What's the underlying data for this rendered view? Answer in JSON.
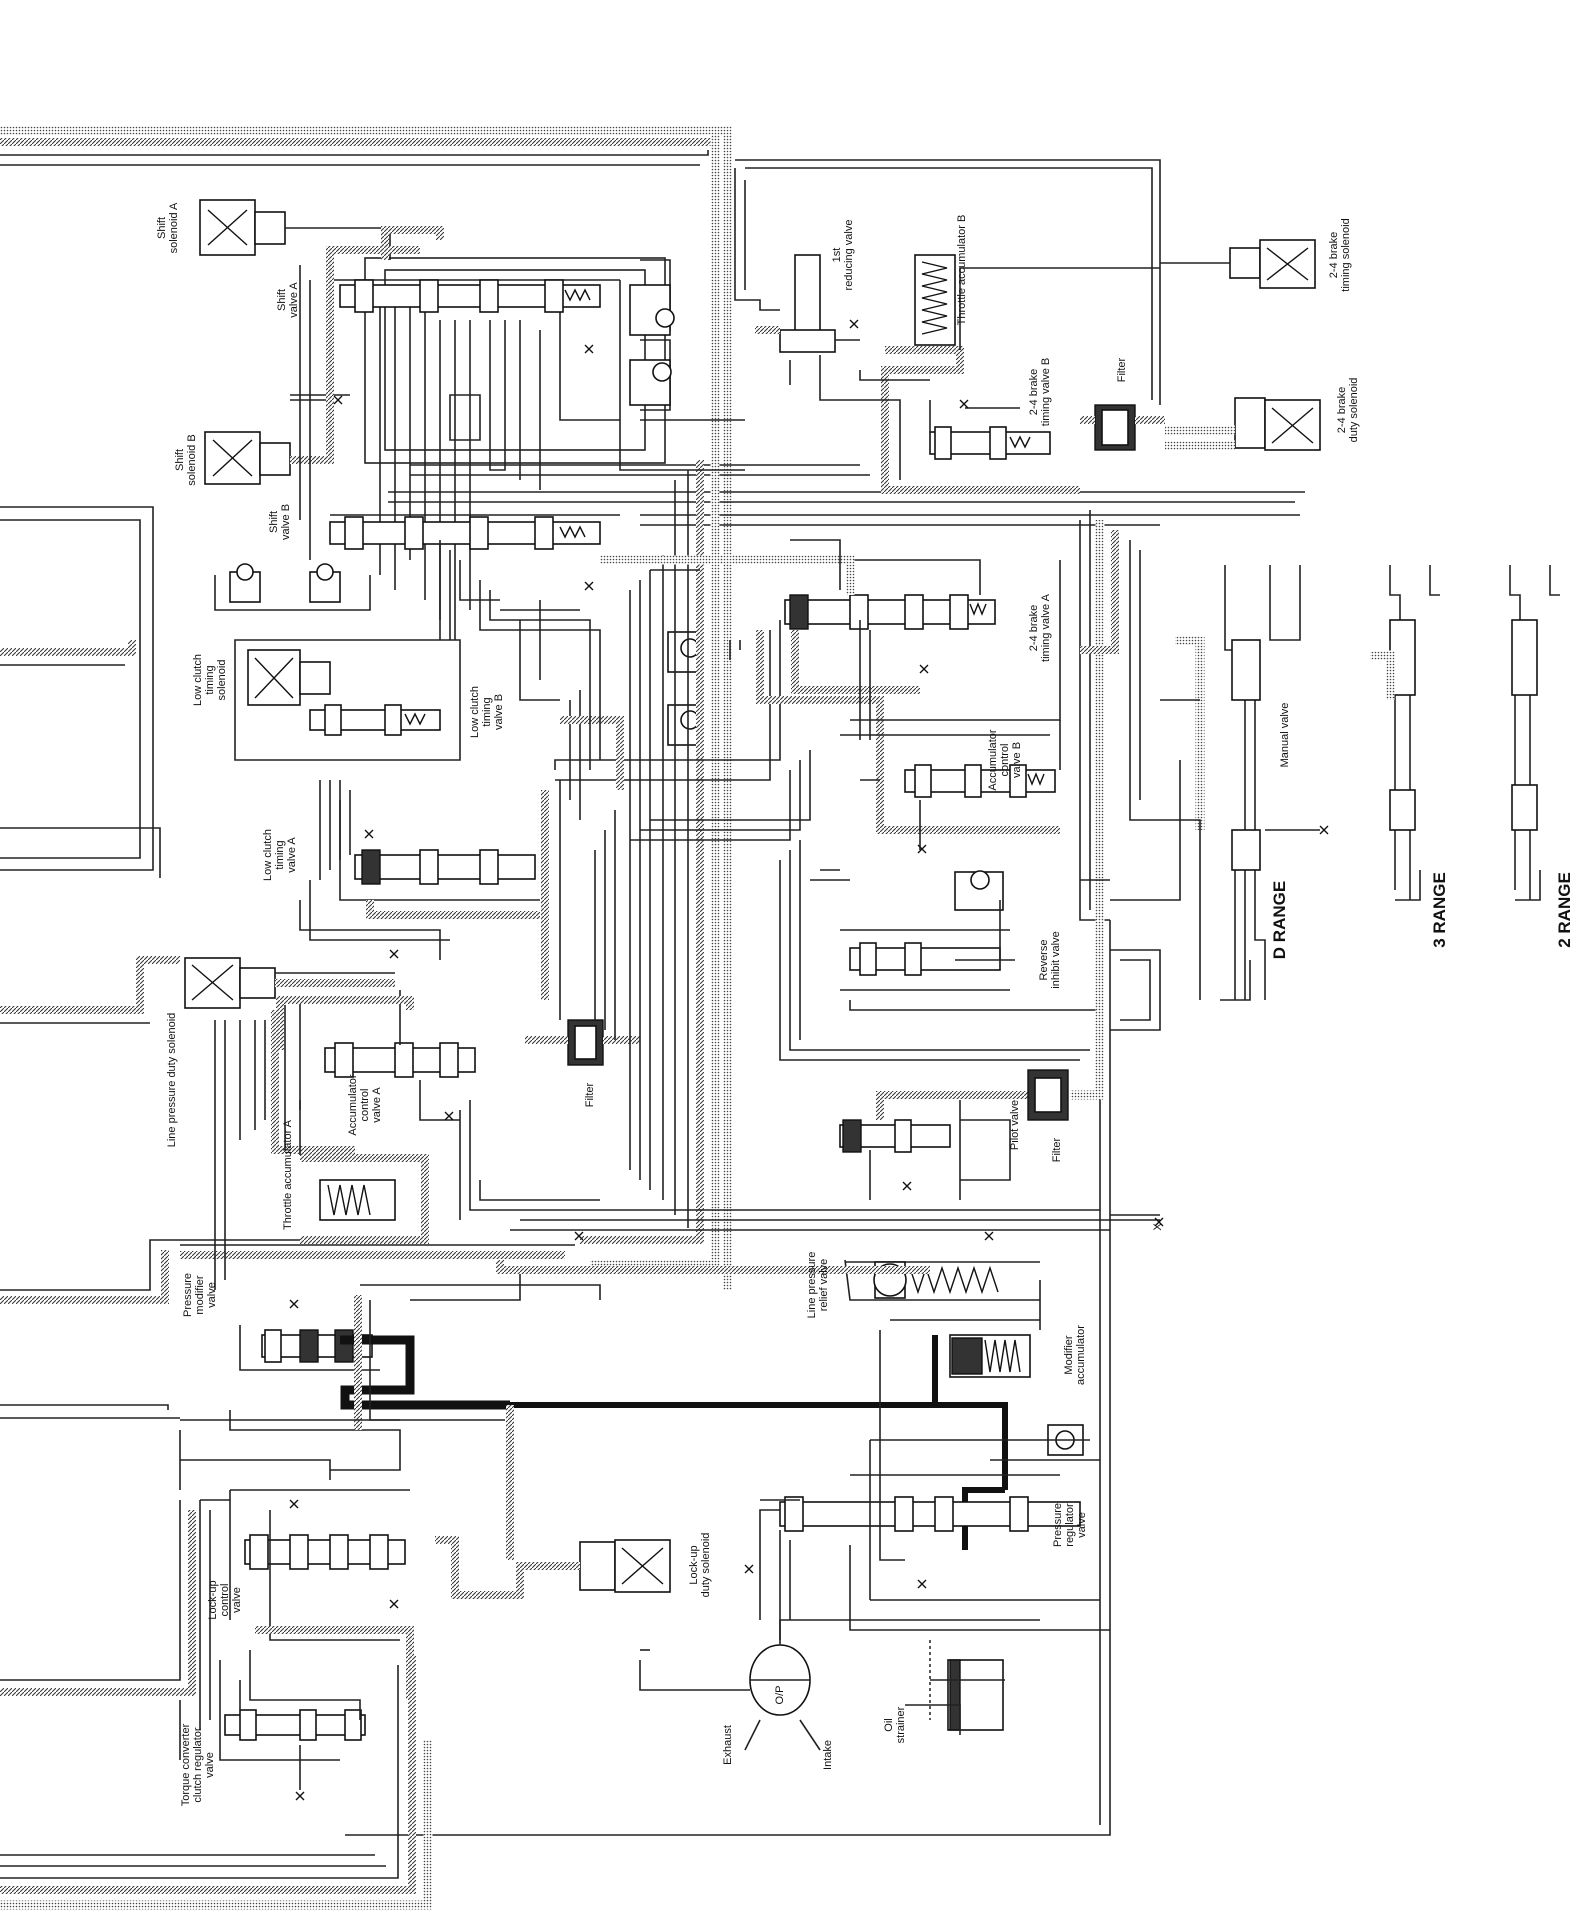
{
  "labels": {
    "shift_solenoid_a": "Shift\nsolenoid A",
    "shift_valve_a": "Shift\nvalve A",
    "shift_solenoid_b": "Shift\nsolenoid B",
    "shift_valve_b": "Shift\nvalve B",
    "first_reducing_valve": "1st\nreducing valve",
    "throttle_accumulator_b": "Throttle accumulator B",
    "brake_timing_solenoid": "2-4 brake\ntiming solenoid",
    "brake_timing_valve_b": "2-4 brake\ntiming valve B",
    "filter_top": "Filter",
    "brake_duty_solenoid": "2-4 brake\nduty solenoid",
    "brake_timing_valve_a": "2-4 brake\ntiming valve A",
    "low_clutch_timing_solenoid": "Low clutch\ntiming\nsolenoid",
    "low_clutch_timing_valve_b": "Low clutch\ntiming\nvalve B",
    "accumulator_control_valve_b": "Accumulator\ncontrol\nvalve B",
    "manual_valve": "Manual valve",
    "low_clutch_timing_valve_a": "Low clutch\ntiming\nvalve A",
    "reverse_inhibit_valve": "Reverse\ninhibit valve",
    "line_pressure_duty_solenoid": "Line pressure duty solenoid",
    "accumulator_control_valve_a": "Accumulator\ncontrol\nvalve A",
    "filter_mid": "Filter",
    "pilot_valve": "Pilot valve",
    "filter_low": "Filter",
    "throttle_accumulator_a": "Throttle accumulator A",
    "line_pressure_relief_valve": "Line pressure\nrelief valve",
    "pressure_modifier_valve": "Pressure\nmodifier\nvalve",
    "modifier_accumulator": "Modifier\naccumulator",
    "lockup_duty_solenoid": "Lock-up\nduty solenoid",
    "pressure_regulator_valve": "Pressure\nregulator\nvalve",
    "lockup_control_valve": "Lock-up\ncontrol\nvalve",
    "torque_converter_clutch_regulator_valve": "Torque converter\nclutch regulator\nvalve",
    "exhaust": "Exhaust",
    "intake": "Intake",
    "oil_strainer": "Oil\nstrainer",
    "oil_pump": "O/P",
    "exhaust_mark": "X"
  },
  "ranges": {
    "d_range": "D RANGE",
    "range_3": "3 RANGE",
    "range_2": "2 RANGE"
  }
}
